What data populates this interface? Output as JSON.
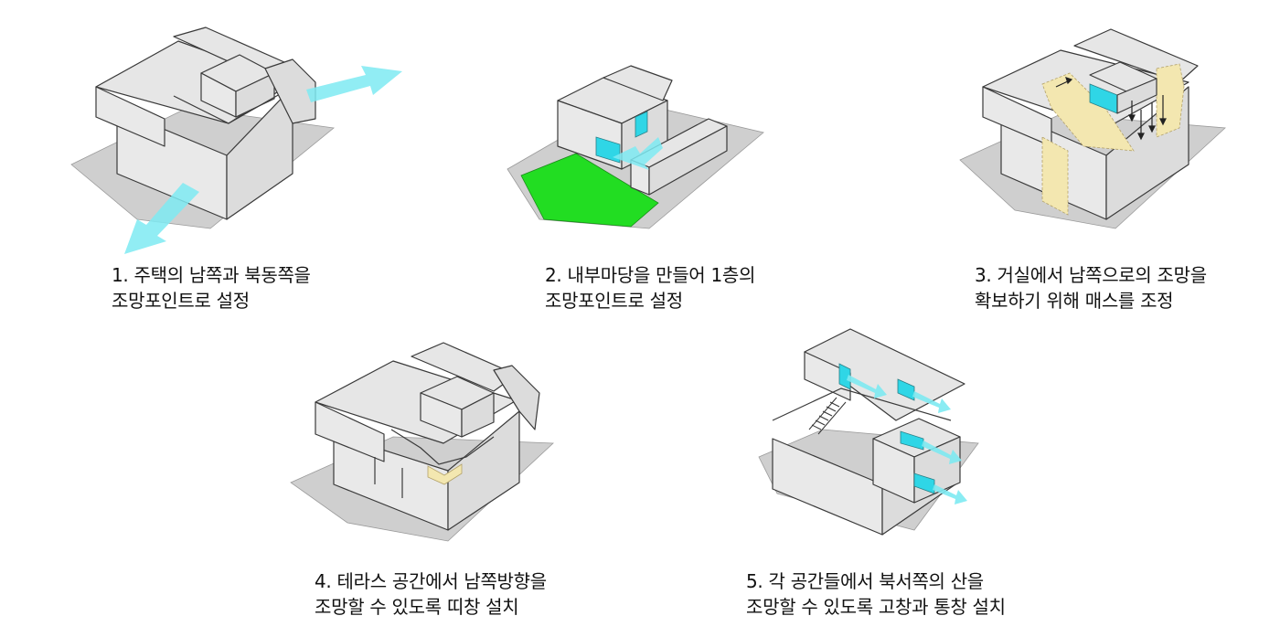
{
  "colors": {
    "view_arrow": "#7eeaf2",
    "window_glass": "#2fd6e6",
    "courtyard": "#22dd22",
    "mass_adjust": "#f3e7b0"
  },
  "panels": [
    {
      "caption_line1": "1. 주택의 남쪽과 북동쪽을",
      "caption_line2": "조망포인트로 설정"
    },
    {
      "caption_line1": "2. 내부마당을 만들어 1층의",
      "caption_line2": "조망포인트로 설정"
    },
    {
      "caption_line1": "3. 거실에서 남쪽으로의 조망을",
      "caption_line2": "확보하기 위해 매스를 조정"
    },
    {
      "caption_line1": "4. 테라스 공간에서 남쪽방향을",
      "caption_line2": "조망할 수 있도록 띠창 설치"
    },
    {
      "caption_line1": "5. 각 공간들에서 북서쪽의 산을",
      "caption_line2": "조망할 수 있도록 고창과 통창 설치"
    }
  ]
}
